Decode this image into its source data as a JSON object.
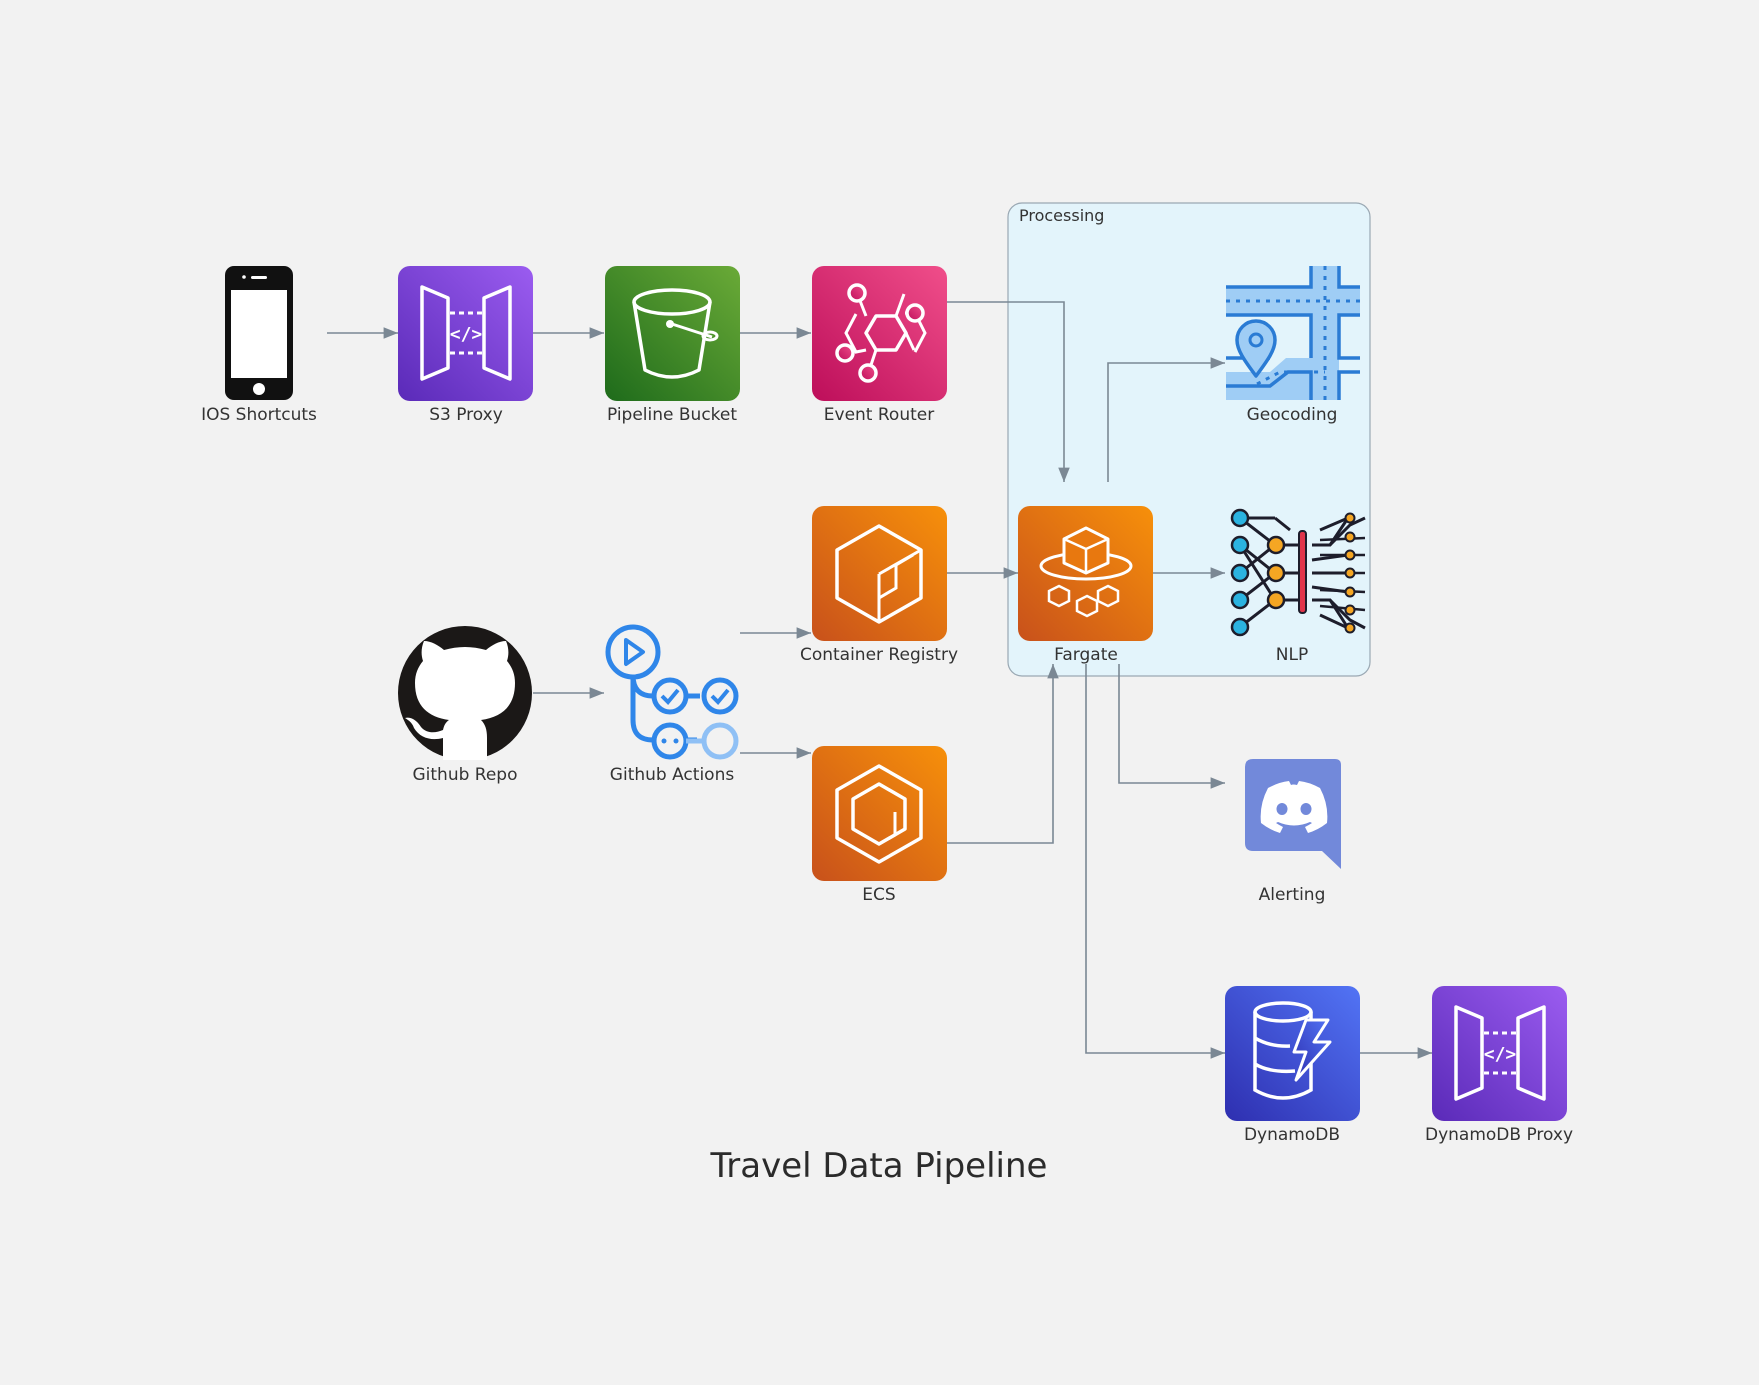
{
  "diagram": {
    "title": "Travel Data Pipeline",
    "cluster": {
      "label": "Processing"
    },
    "nodes": {
      "ios": {
        "label": "IOS Shortcuts",
        "icon": "mobile-phone-icon"
      },
      "s3proxy": {
        "label": "S3 Proxy",
        "icon": "api-gateway-icon"
      },
      "bucket": {
        "label": "Pipeline Bucket",
        "icon": "s3-bucket-icon"
      },
      "router": {
        "label": "Event Router",
        "icon": "eventbridge-icon"
      },
      "registry": {
        "label": "Container Registry",
        "icon": "ecr-icon"
      },
      "fargate": {
        "label": "Fargate",
        "icon": "fargate-icon"
      },
      "geocoding": {
        "label": "Geocoding",
        "icon": "map-pin-icon"
      },
      "nlp": {
        "label": "NLP",
        "icon": "neural-network-icon"
      },
      "repo": {
        "label": "Github Repo",
        "icon": "github-icon"
      },
      "actions": {
        "label": "Github Actions",
        "icon": "github-actions-icon"
      },
      "ecs": {
        "label": "ECS",
        "icon": "ecs-icon"
      },
      "alerting": {
        "label": "Alerting",
        "icon": "discord-icon"
      },
      "dynamodb": {
        "label": "DynamoDB",
        "icon": "dynamodb-icon"
      },
      "ddbproxy": {
        "label": "DynamoDB Proxy",
        "icon": "api-gateway-icon"
      }
    },
    "edges": [
      [
        "ios",
        "s3proxy"
      ],
      [
        "s3proxy",
        "bucket"
      ],
      [
        "bucket",
        "router"
      ],
      [
        "router",
        "fargate"
      ],
      [
        "fargate",
        "geocoding"
      ],
      [
        "fargate",
        "nlp"
      ],
      [
        "registry",
        "fargate"
      ],
      [
        "repo",
        "actions"
      ],
      [
        "actions",
        "registry"
      ],
      [
        "actions",
        "ecs"
      ],
      [
        "ecs",
        "fargate"
      ],
      [
        "fargate",
        "alerting"
      ],
      [
        "fargate",
        "dynamodb"
      ],
      [
        "dynamodb",
        "ddbproxy"
      ]
    ],
    "colors": {
      "purple": "#7b3fe0",
      "green": "#3f8624",
      "pink": "#d6246e",
      "orange": "#e8740f",
      "blue": "#3d50d8",
      "discord": "#7289da",
      "cluster_fill": "#e3f4fb",
      "cluster_stroke": "#9aa8b3",
      "edge": "#7b8894"
    }
  }
}
